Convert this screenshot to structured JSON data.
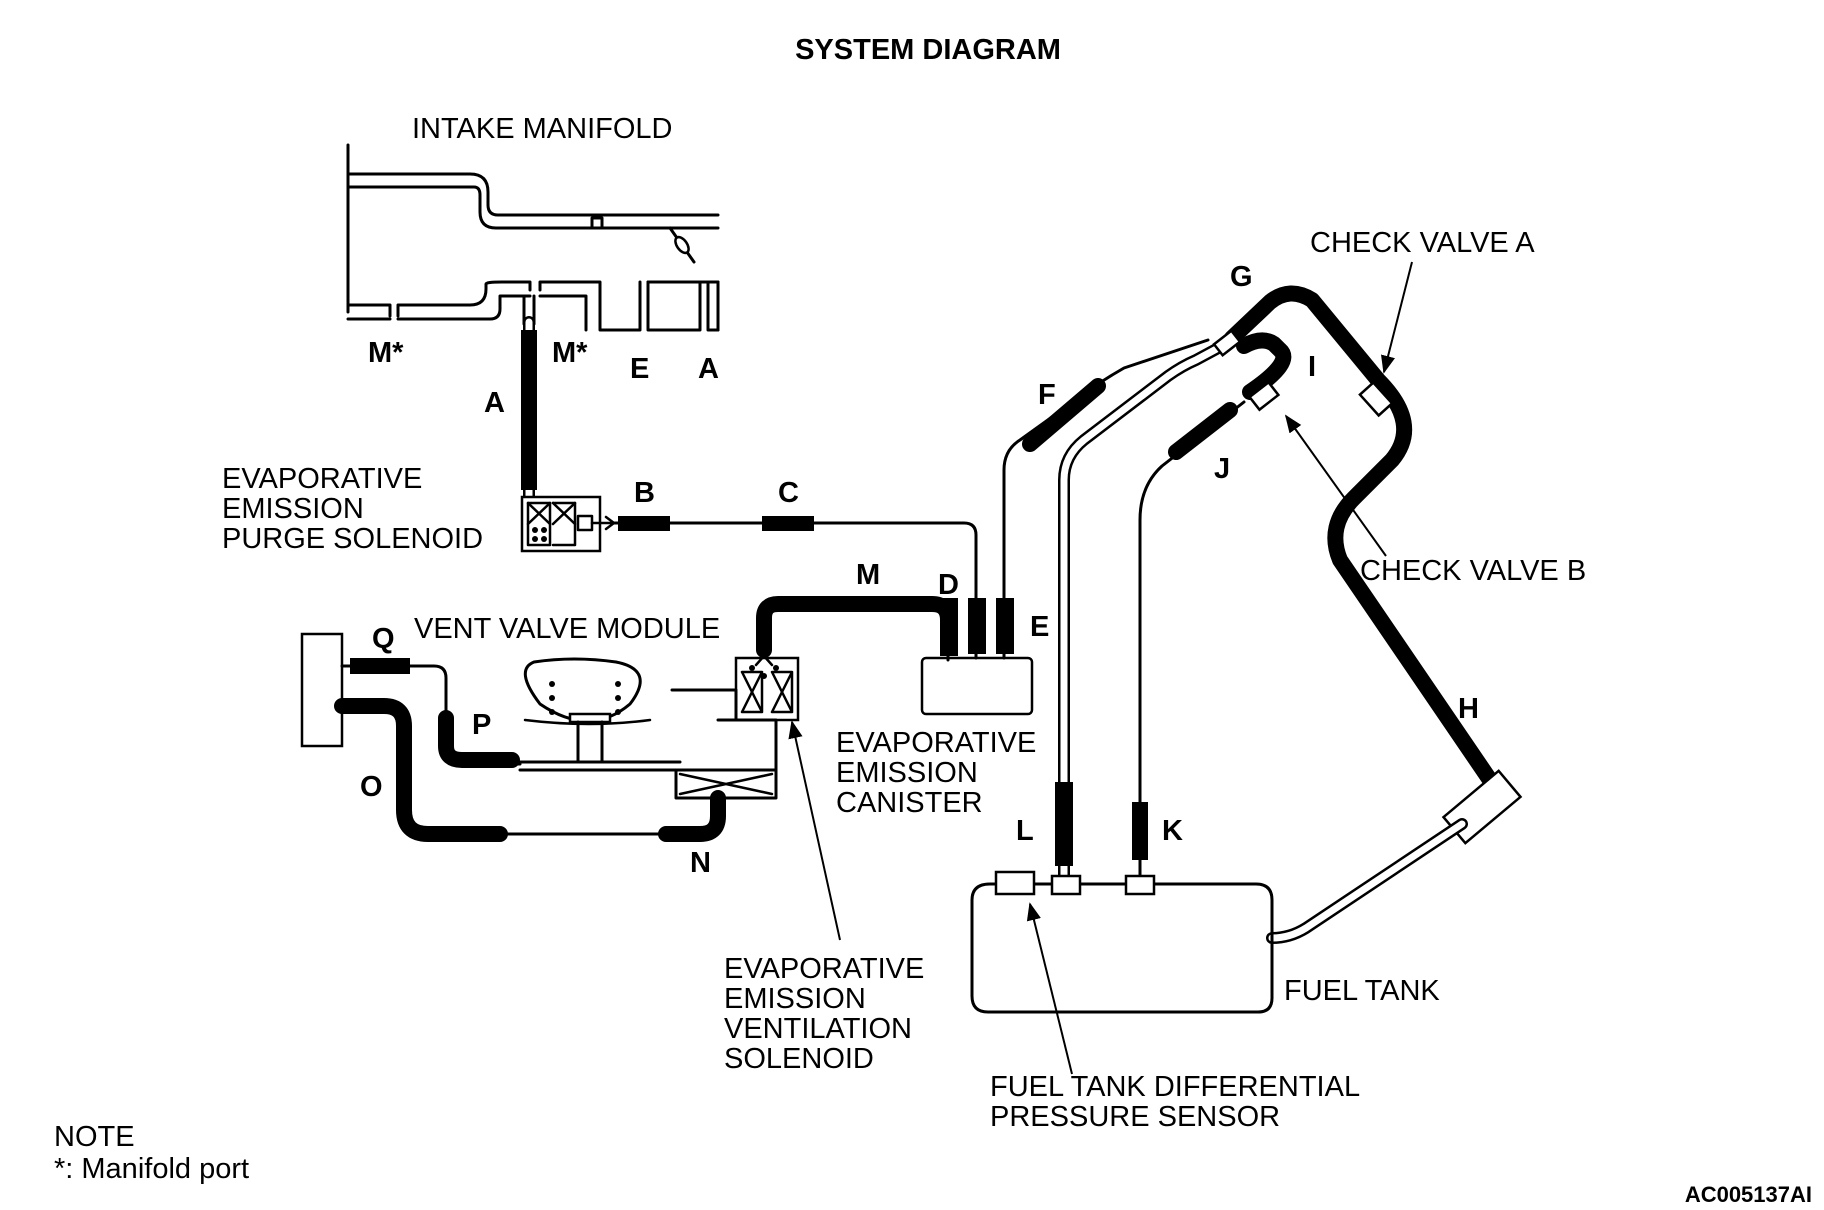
{
  "title": "SYSTEM DIAGRAM",
  "components": {
    "intake_manifold": "INTAKE MANIFOLD",
    "purge_solenoid": [
      "EVAPORATIVE",
      "EMISSION",
      "PURGE SOLENOID"
    ],
    "vent_valve_module": "VENT VALVE MODULE",
    "canister": [
      "EVAPORATIVE",
      "EMISSION",
      "CANISTER"
    ],
    "ventilation_solenoid": [
      "EVAPORATIVE",
      "EMISSION",
      "VENTILATION",
      "SOLENOID"
    ],
    "check_valve_a": "CHECK VALVE A",
    "check_valve_b": "CHECK VALVE B",
    "fuel_tank": "FUEL TANK",
    "pressure_sensor": [
      "FUEL TANK DIFFERENTIAL",
      "PRESSURE SENSOR"
    ]
  },
  "hose_labels": {
    "m_port_1": "M*",
    "m_port_2": "M*",
    "e_port": "E",
    "a_port": "A",
    "a": "A",
    "b": "B",
    "c": "C",
    "d": "D",
    "e": "E",
    "f": "F",
    "g": "G",
    "h": "H",
    "i": "I",
    "j": "J",
    "k": "K",
    "l": "L",
    "m": "M",
    "n": "N",
    "o": "O",
    "p": "P",
    "q": "Q"
  },
  "note": {
    "heading": "NOTE",
    "text": "*: Manifold port"
  },
  "figure_code": "AC005137AI"
}
